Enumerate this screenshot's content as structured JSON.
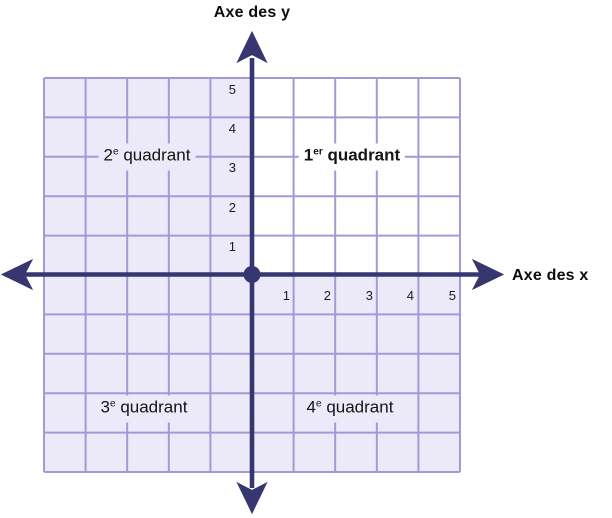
{
  "figure": {
    "type": "cartesian-plane-diagram",
    "y_axis_title": "Axe des y",
    "x_axis_title": "Axe des x",
    "x_ticks": [
      "1",
      "2",
      "3",
      "4",
      "5"
    ],
    "y_ticks_top_to_bottom": [
      "5",
      "4",
      "3",
      "2",
      "1"
    ],
    "quadrants": [
      {
        "number": "1",
        "ordinal_suffix": "er",
        "word": "quadrant"
      },
      {
        "number": "2",
        "ordinal_suffix": "e",
        "word": "quadrant"
      },
      {
        "number": "3",
        "ordinal_suffix": "e",
        "word": "quadrant"
      },
      {
        "number": "4",
        "ordinal_suffix": "e",
        "word": "quadrant"
      }
    ],
    "grid": {
      "columns": 10,
      "rows": 10
    },
    "colors": {
      "axis": "#383670",
      "grid_line": "#a29ad8",
      "shaded_fill": "#ece9f9",
      "quadrant1_fill": "#ffffff"
    }
  }
}
